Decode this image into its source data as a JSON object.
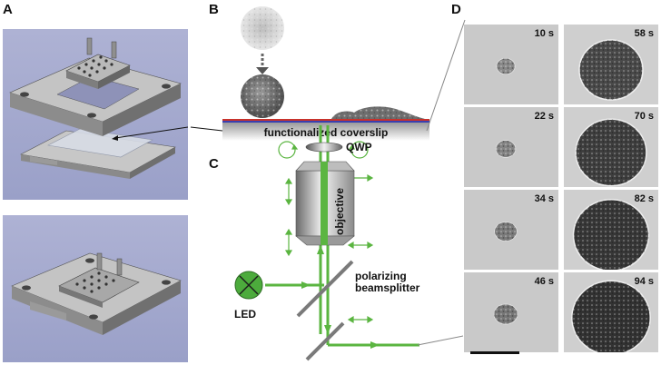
{
  "panels": {
    "a": {
      "label": "A"
    },
    "b": {
      "label": "B",
      "substrate_label": "functionalized coverslip"
    },
    "c": {
      "label": "C",
      "qwp_label": "QWP",
      "objective_label": "objective",
      "splitter_label": "polarizing\nbeamsplitter",
      "led_label": "LED"
    },
    "d": {
      "label": "D"
    }
  },
  "timelapse": [
    {
      "time": "10 s"
    },
    {
      "time": "58 s"
    },
    {
      "time": "22 s"
    },
    {
      "time": "70 s"
    },
    {
      "time": "34 s"
    },
    {
      "time": "82 s"
    },
    {
      "time": "46 s"
    },
    {
      "time": "94 s"
    }
  ],
  "colors": {
    "beam": "#5bb541",
    "led": "#4cab3c",
    "cad_bg": "#a2a6cc",
    "coverslip_blue": "#3a3fb0",
    "coverslip_red": "#c8322c"
  }
}
